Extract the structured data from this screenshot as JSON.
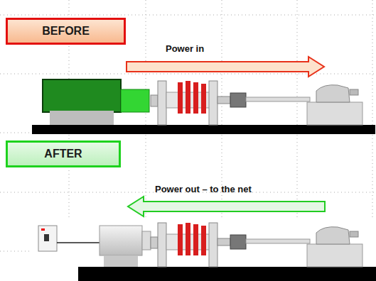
{
  "diagram": {
    "nodes": [
      {
        "text": [
          "BEFORE"
        ]
      },
      {
        "text": [
          "AFTER"
        ]
      }
    ],
    "labels": [
      "Power in",
      "Power out – to the net"
    ]
  }
}
